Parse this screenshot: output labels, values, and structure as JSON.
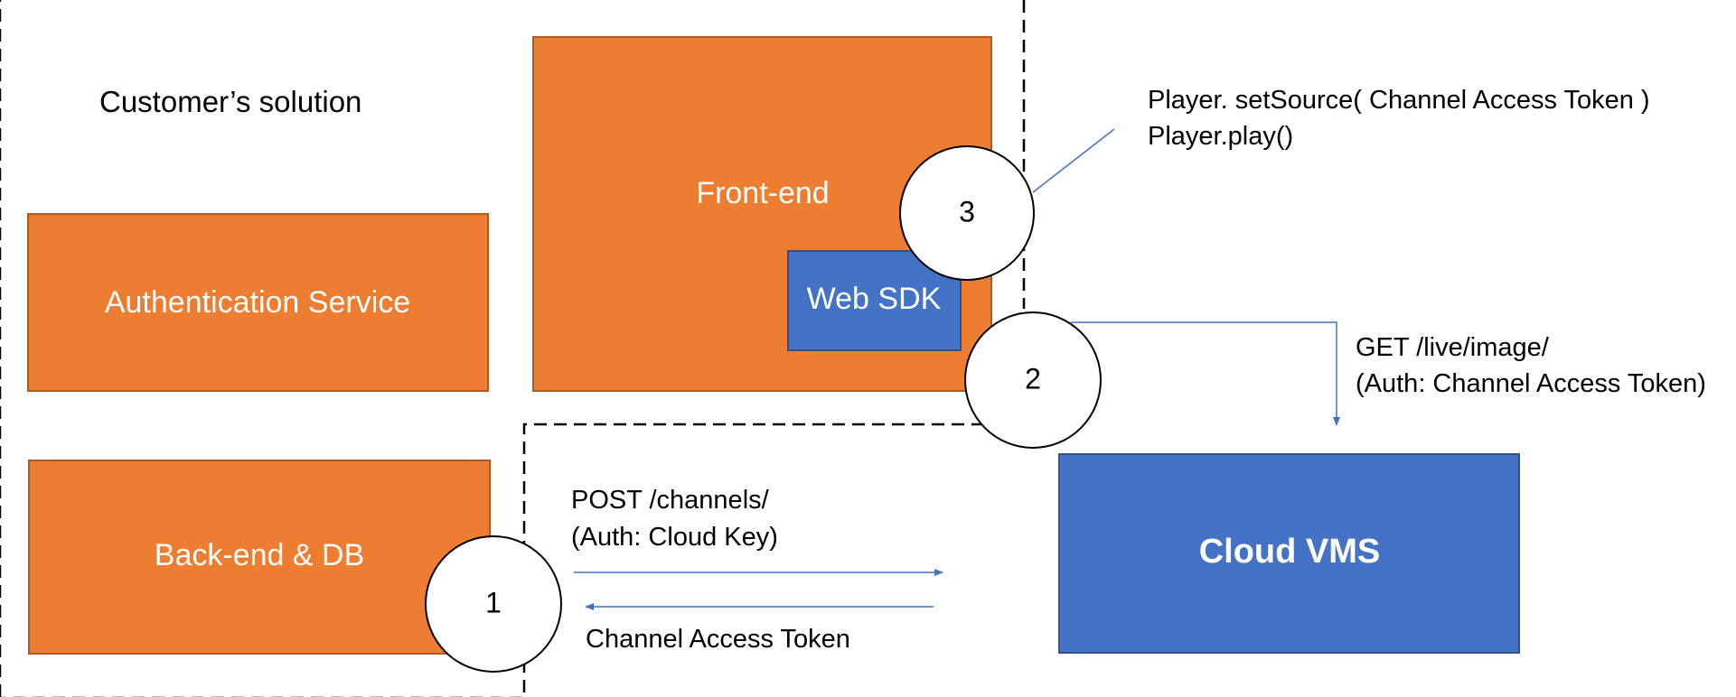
{
  "title": "Customer’s solution",
  "colors": {
    "orange": "#ED7D31",
    "orange_border": "#AE5A21",
    "blue": "#4472C4",
    "blue_border": "#2F528F",
    "arrow": "#4472C4"
  },
  "boxes": {
    "auth": "Authentication Service",
    "frontend": "Front-end",
    "websdk": "Web SDK",
    "backend": "Back-end & DB",
    "cloud": "Cloud VMS"
  },
  "steps": {
    "one": "1",
    "two": "2",
    "three": "3"
  },
  "player": {
    "line1": "Player. setSource( Channel Access Token )",
    "line2": "Player.play()"
  },
  "get_request": {
    "line1": "GET /live/image/",
    "line2": "(Auth: Channel Access Token)"
  },
  "post_request": {
    "line1": "POST /channels/",
    "line2": "(Auth: Cloud Key)"
  },
  "response": {
    "label": "Channel Access Token"
  }
}
